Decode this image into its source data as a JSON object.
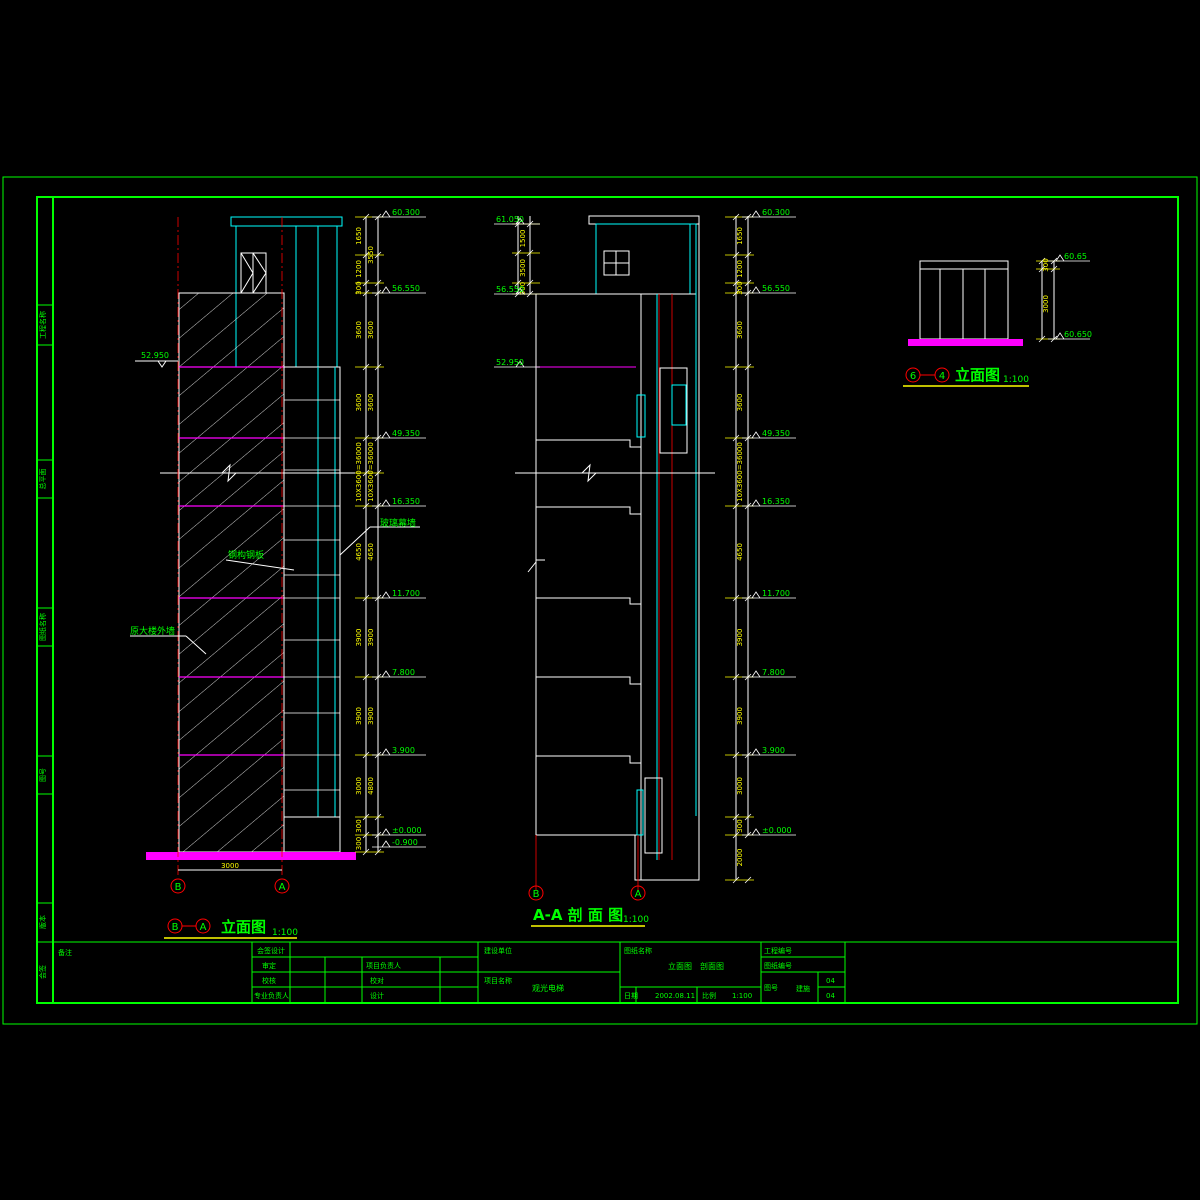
{
  "colors": {
    "background": "#000000",
    "frame": "#00ff00",
    "cyan": "#00ffff",
    "yellow": "#ffff00",
    "magenta": "#ff00ff",
    "red": "#ff0000",
    "white": "#ffffff"
  },
  "drawing_a": {
    "title": "立面图",
    "axis_left": "B",
    "axis_right": "A",
    "scale": "1:100",
    "span_dim": "3000",
    "labels": {
      "glass_wall": "玻璃幕墙",
      "steel_plate": "钢构钢板",
      "existing_wall": "原大楼外墙"
    },
    "elevations": [
      "60.300",
      "56.550",
      "52.950",
      "49.350",
      "16.350",
      "11.700",
      "7.800",
      "3.900",
      "±0.000",
      "-0.900"
    ],
    "dims": [
      "1650",
      "3550",
      "300",
      "3600",
      "3600",
      "3600",
      "10X3600=36000",
      "4650",
      "3900",
      "3900",
      "3900",
      "4800",
      "300",
      "300"
    ]
  },
  "drawing_b": {
    "title": "A-A 剖 面 图",
    "axis_left": "B",
    "axis_right": "A",
    "scale": "1:100",
    "elev_left": [
      "61.050",
      "56.550",
      "52.950"
    ],
    "elevations": [
      "60.300",
      "56.550",
      "49.350",
      "16.350",
      "11.700",
      "7.800",
      "3.900",
      "±0.000"
    ],
    "dims": [
      "1650",
      "3550",
      "300",
      "3600",
      "3600",
      "3600",
      "10X3600=36000",
      "4650",
      "3900",
      "3900",
      "3900",
      "300",
      "2000"
    ],
    "dims_left": [
      "1500",
      "3500",
      "300"
    ]
  },
  "drawing_c": {
    "title": "立面图",
    "axis_left": "6",
    "axis_right": "4",
    "scale": "1:100",
    "elevations": [
      "60.65",
      "60.650"
    ],
    "dims": [
      "300",
      "3000"
    ]
  },
  "title_block": {
    "side_labels": [
      "工程名称",
      "会签",
      "图号",
      "总平面",
      "图纸名称",
      "版本"
    ],
    "remark_label": "备注",
    "rows": [
      [
        "会签设计",
        "",
        "",
        "",
        "建设单位"
      ],
      [
        "审定",
        "",
        "项目负责人",
        ""
      ],
      [
        "校核",
        "",
        "校对",
        "",
        "项目名称"
      ],
      [
        "专业负责人",
        "",
        "设计",
        ""
      ]
    ],
    "project_name": "观光电梯",
    "drawing_label": "图纸名称",
    "drawing_name_1": "立面图",
    "drawing_name_2": "剖面图",
    "job_no_label": "工程编号",
    "sheet_no_label": "图纸编号",
    "date_label": "日期",
    "date_value": "2002.08.11",
    "scale_label": "比例",
    "scale_value": "1:100",
    "stage_label": "图号",
    "stage_value": "建施",
    "sheet_a": "04",
    "sheet_b": "04"
  }
}
